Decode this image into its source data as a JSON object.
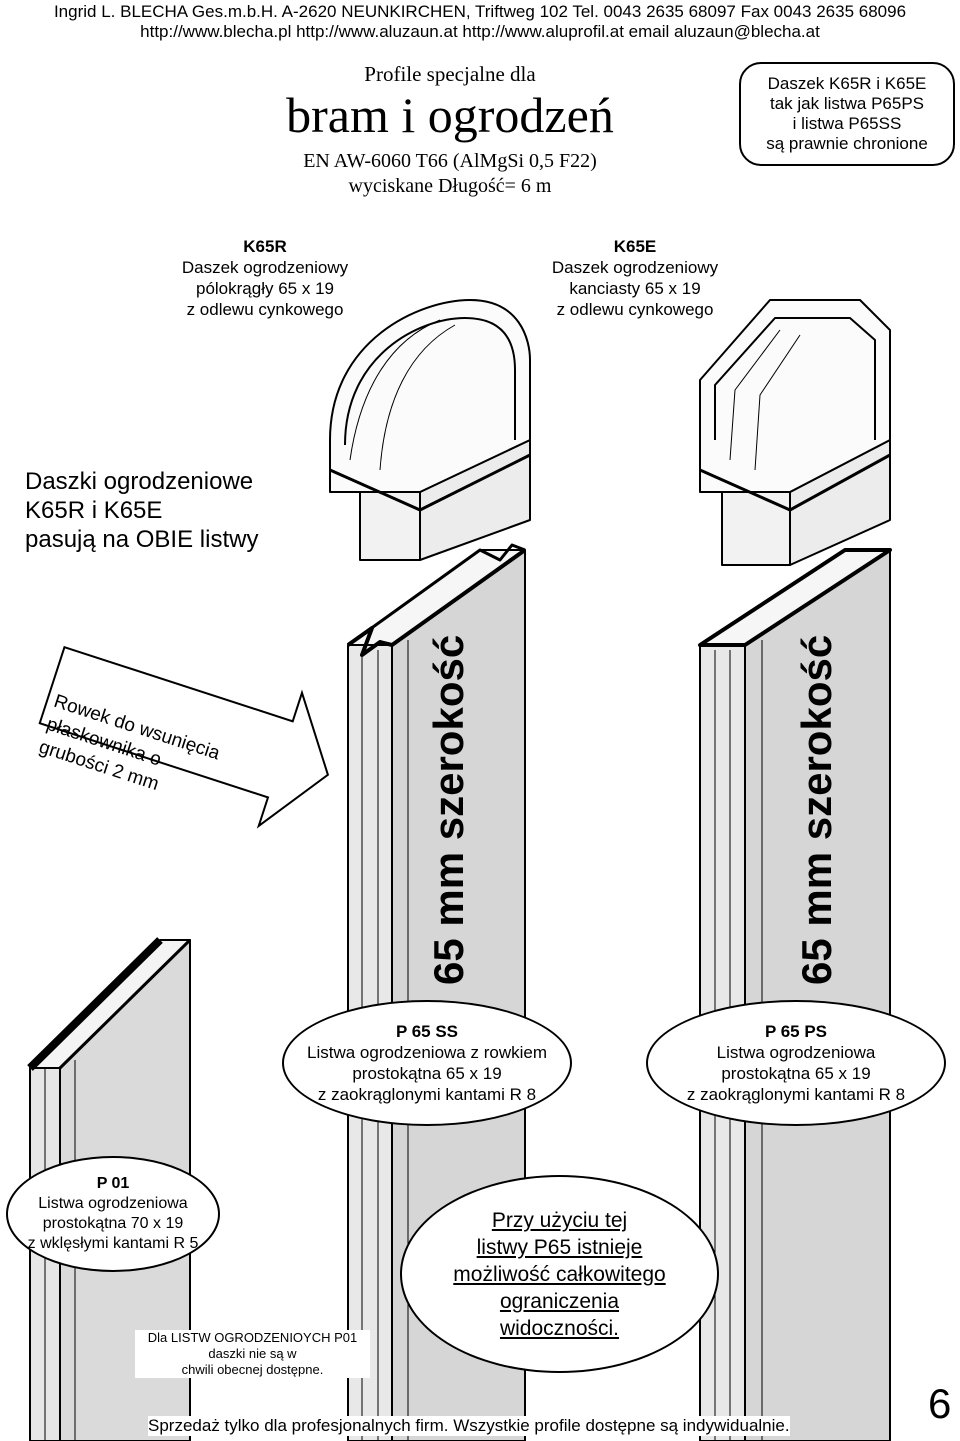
{
  "header": {
    "line1": "Ingrid L. BLECHA Ges.m.b.H.  A-2620 NEUNKIRCHEN, Triftweg 102   Tel. 0043 2635 68097  Fax 0043 2635 68096",
    "line2": "http://www.blecha.pl  http://www.aluzaun.at   http://www.aluprofil.at  email aluzaun@blecha.at"
  },
  "title": {
    "pre": "Profile specjalne dla",
    "main": "bram i ogrodzeń",
    "spec": "EN AW-6060 T66 (AlMgSi 0,5 F22)",
    "length": "wyciskane  Długość= 6 m"
  },
  "legal_box": [
    "Daszek K65R i K65E",
    "tak jak listwa P65PS",
    "i listwa P65SS",
    "są prawnie chronione"
  ],
  "k65r": {
    "code": "K65R",
    "lines": [
      "Daszek ogrodzeniowy",
      "pólokrągły 65 x 19",
      "z odlewu cynkowego"
    ]
  },
  "k65e": {
    "code": "K65E",
    "lines": [
      "Daszek ogrodzeniowy",
      "kanciasty 65 x 19",
      "z odlewu cynkowego"
    ]
  },
  "fit_note": [
    "Daszki ogrodzeniowe",
    "K65R i K65E",
    "pasują na OBIE listwy"
  ],
  "groove_arrow": [
    "Rowek do wsunięcia",
    "płaskownika o",
    "grubości 2 mm"
  ],
  "width_label": "65 mm szerokość",
  "p65ss": {
    "code": "P 65 SS",
    "lines": [
      "Listwa ogrodzeniowa z rowkiem",
      "prostokątna 65 x 19",
      "z zaokrąglonymi kantami R 8"
    ]
  },
  "p65ps": {
    "code": "P 65 PS",
    "lines": [
      "Listwa ogrodzeniowa",
      "prostokątna 65 x 19",
      "z zaokrąglonymi kantami R 8"
    ]
  },
  "p01": {
    "code": "P 01",
    "lines": [
      "Listwa ogrodzeniowa",
      "prostokątna 70 x 19",
      "z wklęsłymi kantami R 5"
    ]
  },
  "p01_note": [
    "Dla LISTW OGRODZENIOYCH P01",
    "daszki nie są w",
    "chwili obecnej dostępne."
  ],
  "visibility_box": [
    "Przy użyciu tej",
    "listwy P65 istnieje",
    "możliwość całkowitego",
    "ograniczenia",
    "widoczności."
  ],
  "footer": "Sprzedaż tylko dla profesjonalnych firm. Wszystkie profile dostępne są indywidualnie.",
  "page_number": "6"
}
